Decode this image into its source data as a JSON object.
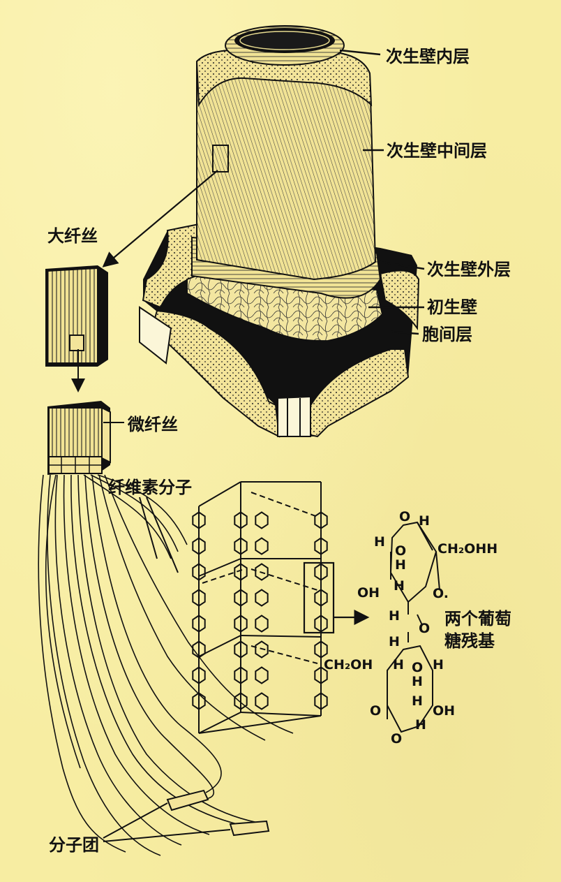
{
  "labels": {
    "secondary_inner": "次生壁内层",
    "secondary_middle": "次生壁中间层",
    "secondary_outer": "次生壁外层",
    "primary_wall": "初生壁",
    "middle_lamella": "胞间层",
    "macrofibril": "大纤丝",
    "microfibril": "微纤丝",
    "cellulose_molecule": "纤维素分子",
    "micelle": "分子团",
    "glucose_residues_line1": "两个葡萄",
    "glucose_residues_line2": "糖残基"
  },
  "formula": {
    "top_O": "O",
    "top_H1": "H",
    "top_H2": "H",
    "top_O2": "O",
    "top_CH2OH": "CH₂OHH",
    "top_H3": "H",
    "top_OH": "OH",
    "top_H4": "H",
    "top_Odot": "O.",
    "bridge_H1": "H",
    "bridge_O": "O",
    "bridge_H2": "H",
    "bot_CH2OH": "CH₂OH",
    "bot_H1": "H",
    "bot_H2": "H",
    "bot_O1": "O",
    "bot_H3": "H",
    "bot_H4": "H",
    "bot_O2": "O",
    "bot_OH": "OH",
    "bot_H5": "H",
    "bot_O3": "O"
  },
  "colors": {
    "background": "#f7eda2",
    "ink": "#111111"
  }
}
